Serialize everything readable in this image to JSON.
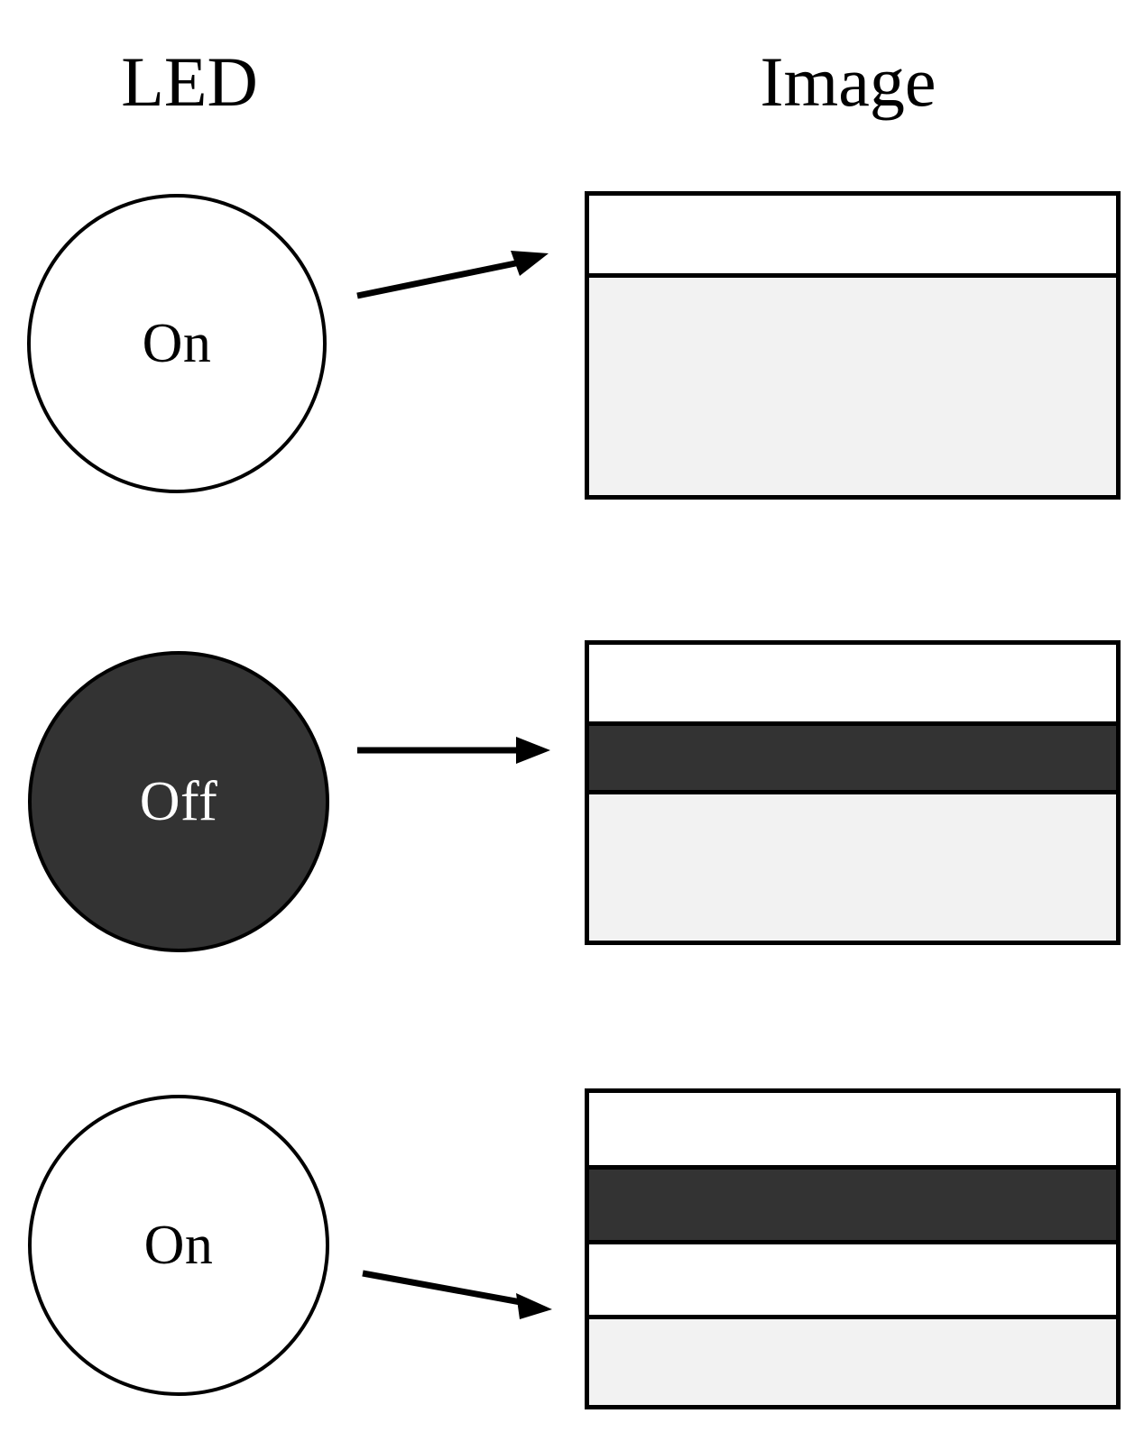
{
  "headers": {
    "led": "LED",
    "image": "Image"
  },
  "colors": {
    "stroke": "#000000",
    "background": "#ffffff",
    "led_off_fill": "#333333",
    "led_on_fill": "#ffffff",
    "band_dark": "#333333",
    "band_light": "#f2f2f2",
    "band_white": "#ffffff",
    "led_off_text": "#ffffff",
    "led_on_text": "#000000"
  },
  "rows": [
    {
      "led_state": "On",
      "arrow_direction": "up-right",
      "bands": [
        {
          "name": "white-band",
          "fill": "#ffffff",
          "height_pct": 26
        },
        {
          "name": "light-gray-band",
          "fill": "#f2f2f2",
          "height_pct": 74
        }
      ]
    },
    {
      "led_state": "Off",
      "arrow_direction": "right",
      "bands": [
        {
          "name": "white-band",
          "fill": "#ffffff",
          "height_pct": 26
        },
        {
          "name": "dark-gray-band",
          "fill": "#333333",
          "height_pct": 23
        },
        {
          "name": "light-gray-band",
          "fill": "#f2f2f2",
          "height_pct": 51
        }
      ]
    },
    {
      "led_state": "On",
      "arrow_direction": "down-right",
      "bands": [
        {
          "name": "white-band",
          "fill": "#ffffff",
          "height_pct": 23
        },
        {
          "name": "dark-gray-band",
          "fill": "#333333",
          "height_pct": 24
        },
        {
          "name": "white-band-lower",
          "fill": "#ffffff",
          "height_pct": 24
        },
        {
          "name": "light-gray-band",
          "fill": "#f2f2f2",
          "height_pct": 29
        }
      ]
    }
  ]
}
